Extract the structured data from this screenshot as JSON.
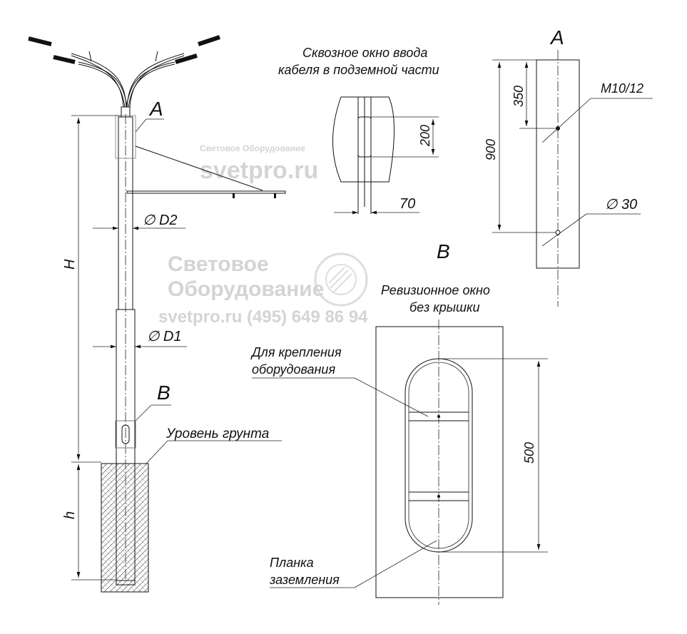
{
  "watermark": {
    "brand_small": "Световое Оборудование",
    "site": "svetpro.ru",
    "brand_line1": "Световое",
    "brand_line2": "Оборудование",
    "phone_line": "svetpro.ru (495) 649 86 94"
  },
  "labels": {
    "view_a_callout": "A",
    "view_b_callout": "B",
    "height_H": "H",
    "height_h": "h",
    "diam_d2": "∅ D2",
    "diam_d1": "∅ D1",
    "ground_level": "Уровень грунта",
    "cable_window_title_1": "Сквозное окно ввода",
    "cable_window_title_2": "кабеля в подземной части",
    "cable_dim_200": "200",
    "cable_dim_70": "70",
    "view_a_title": "A",
    "dim_350": "350",
    "dim_900": "900",
    "m10": "M10/12",
    "phi30": "∅ 30",
    "view_b_title": "B",
    "revision_1": "Ревизионное окно",
    "revision_2": "без крышки",
    "mount_1": "Для крепления",
    "mount_2": "оборудования",
    "dim_500": "500",
    "ground_strip_1": "Планка",
    "ground_strip_2": "заземления"
  }
}
